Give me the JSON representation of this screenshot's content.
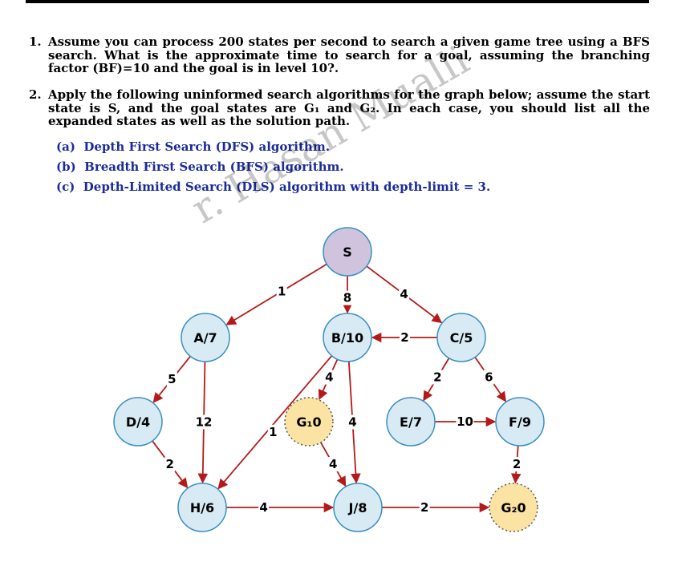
{
  "questions": [
    {
      "number": "1.",
      "text": "Assume you can process 200 states per second to search a given game tree using a BFS search. What is the approximate time to search for a goal, assuming the branching factor (BF)=10 and the goal is in level 10?."
    },
    {
      "number": "2.",
      "text": "Apply the following uninformed search algorithms for the graph below; assume the start state is S, and the goal states are G₁ and G₂. In each case, you should list all the expanded states as well as the solution path."
    }
  ],
  "sub_items": [
    {
      "label": "(a)",
      "text": "Depth First Search (DFS) algorithm."
    },
    {
      "label": "(b)",
      "text": "Breadth First Search (BFS) algorithm."
    },
    {
      "label": "(c)",
      "text": "Depth-Limited Search (DLS) algorithm with depth-limit = 3."
    }
  ],
  "watermark": "r. Hasan Mualli",
  "colors": {
    "node": "#d8ebf5",
    "node_border": "#3a8fbf",
    "start": "#cfc3de",
    "goal": "#fbe3a3",
    "edge": "#b51a1a",
    "sub_text": "#1a2c9c"
  },
  "graph": {
    "nodes": [
      {
        "id": "S",
        "label": "S",
        "kind": "start"
      },
      {
        "id": "A",
        "label": "A/7",
        "kind": "normal"
      },
      {
        "id": "B",
        "label": "B/10",
        "kind": "normal"
      },
      {
        "id": "C",
        "label": "C/5",
        "kind": "normal"
      },
      {
        "id": "D",
        "label": "D/4",
        "kind": "normal"
      },
      {
        "id": "G1",
        "label": "G₁0",
        "kind": "goal"
      },
      {
        "id": "E",
        "label": "E/7",
        "kind": "normal"
      },
      {
        "id": "F",
        "label": "F/9",
        "kind": "normal"
      },
      {
        "id": "H",
        "label": "H/6",
        "kind": "normal"
      },
      {
        "id": "J",
        "label": "J/8",
        "kind": "normal"
      },
      {
        "id": "G2",
        "label": "G₂0",
        "kind": "goal"
      }
    ],
    "edges": [
      {
        "from": "S",
        "to": "A",
        "label": "1"
      },
      {
        "from": "S",
        "to": "B",
        "label": "8"
      },
      {
        "from": "S",
        "to": "C",
        "label": "4"
      },
      {
        "from": "C",
        "to": "B",
        "label": "2"
      },
      {
        "from": "A",
        "to": "D",
        "label": "5"
      },
      {
        "from": "A",
        "to": "H",
        "label": "12"
      },
      {
        "from": "B",
        "to": "G1",
        "label": "4"
      },
      {
        "from": "B",
        "to": "H",
        "label": "1"
      },
      {
        "from": "B",
        "to": "J",
        "label": "4"
      },
      {
        "from": "C",
        "to": "E",
        "label": "2"
      },
      {
        "from": "C",
        "to": "F",
        "label": "6"
      },
      {
        "from": "E",
        "to": "F",
        "label": "10"
      },
      {
        "from": "D",
        "to": "H",
        "label": "2"
      },
      {
        "from": "G1",
        "to": "J",
        "label": "4"
      },
      {
        "from": "H",
        "to": "J",
        "label": "4"
      },
      {
        "from": "F",
        "to": "G2",
        "label": "2"
      },
      {
        "from": "J",
        "to": "G2",
        "label": "2"
      }
    ]
  }
}
